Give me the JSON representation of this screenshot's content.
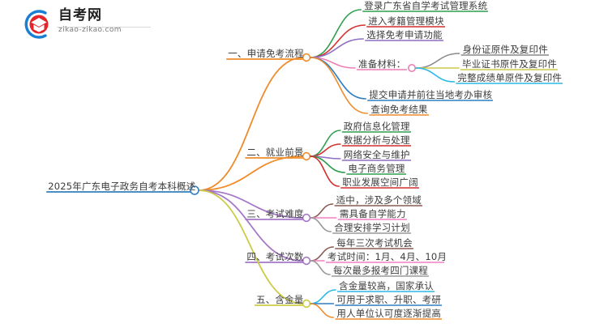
{
  "logo": {
    "name_cn": "自考网",
    "domain": "zikao-zikao.com",
    "icon": "book-circle-logo",
    "colors": {
      "circle": "#1a7fd4",
      "book": "#e2262b"
    }
  },
  "mindmap": {
    "type": "mindmap",
    "root": {
      "label": "2025年广东电子政务自考本科概述",
      "line_color": "#2f7fc1"
    },
    "branches": [
      {
        "label": "一、申请免考流程",
        "line_color": "#ef8c2b",
        "children": [
          {
            "label": "登录广东省自学考试管理系统",
            "line_color": "#2e9e4f"
          },
          {
            "label": "进入考籍管理模块",
            "line_color": "#d32f2f"
          },
          {
            "label": "选择免考申请功能",
            "line_color": "#8e6fc4"
          },
          {
            "label": "准备材料：",
            "line_color": "#ef7fb5",
            "children": [
              {
                "label": "身份证原件及复印件",
                "line_color": "#8a8a8a"
              },
              {
                "label": "毕业证书原件及复印件",
                "line_color": "#cfc84a"
              },
              {
                "label": "完整成绩单原件及复印件",
                "line_color": "#2bb8e6"
              }
            ]
          },
          {
            "label": "提交申请并前往当地考办审核",
            "line_color": "#2f7fc1"
          },
          {
            "label": "查询免考结果",
            "line_color": "#ef8c2b"
          }
        ]
      },
      {
        "label": "二、就业前景",
        "line_color": "#ef8c2b",
        "children": [
          {
            "label": "政府信息化管理",
            "line_color": "#2e9e4f"
          },
          {
            "label": "数据分析与处理",
            "line_color": "#d32f2f"
          },
          {
            "label": "网络安全与维护",
            "line_color": "#8e6fc4"
          },
          {
            "label": "电子商务管理",
            "line_color": "#2e9e4f"
          },
          {
            "label": "职业发展空间广阔",
            "line_color": "#d32f2f"
          }
        ]
      },
      {
        "label": "三、考试难度",
        "line_color": "#a477c9",
        "children": [
          {
            "label": "适中，涉及多个领域",
            "line_color": "#8a5b52"
          },
          {
            "label": "需具备自学能力",
            "line_color": "#f07fc4"
          },
          {
            "label": "合理安排学习计划",
            "line_color": "#9a9a9a"
          }
        ]
      },
      {
        "label": "四、考试次数",
        "line_color": "#a477c9",
        "children": [
          {
            "label": "每年三次考试机会",
            "line_color": "#8a5b52"
          },
          {
            "label": "考试时间：1月、4月、10月",
            "line_color": "#f07fc4"
          },
          {
            "label": "每次最多报考四门课程",
            "line_color": "#9a9a9a"
          }
        ]
      },
      {
        "label": "五、含金量",
        "line_color": "#cbcb45",
        "children": [
          {
            "label": "含金量较高，国家承认",
            "line_color": "#2bb8e6"
          },
          {
            "label": "可用于求职、升职、考研",
            "line_color": "#2f7fc1"
          },
          {
            "label": "用人单位认可度逐渐提高",
            "line_color": "#ef8c2b"
          }
        ]
      }
    ]
  }
}
